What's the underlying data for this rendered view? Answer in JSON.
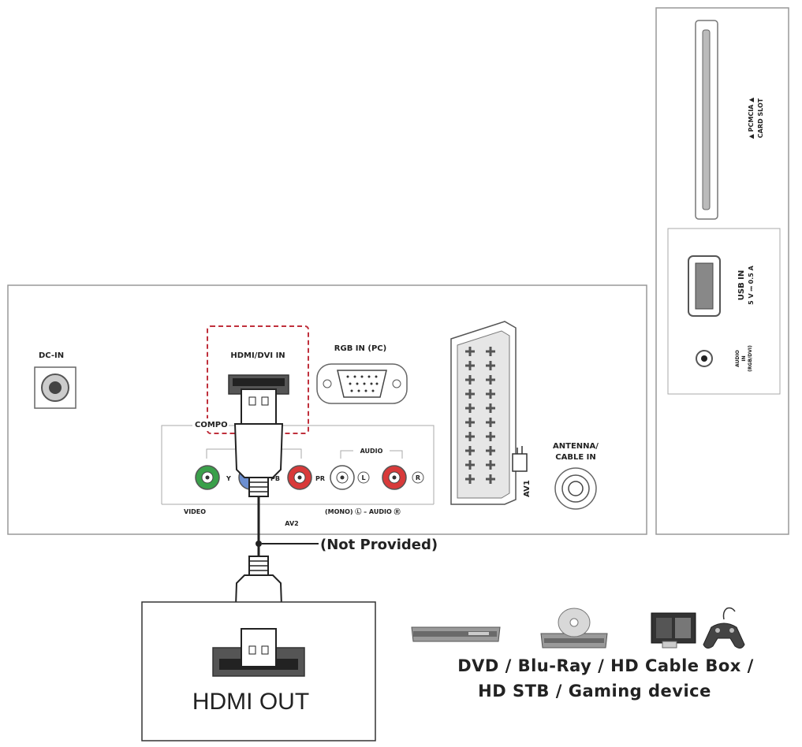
{
  "side_panel": {
    "pcmcia_label_line1": "▲ PCMCIA ▲",
    "pcmcia_label_line2": "CARD SLOT",
    "usb_label": "USB IN",
    "usb_rating": "5 V ⎓ 0.5 A",
    "audio_label_line1": "AUDIO",
    "audio_label_line2": "IN",
    "audio_label_line3": "(RGB/DVI)"
  },
  "rear_panel": {
    "dc_in": "DC-IN",
    "hdmi_in": "HDMI/DVI IN",
    "rgb_in": "RGB IN (PC)",
    "component": "COMPO",
    "audio_group": "AUDIO",
    "jack_y": "Y",
    "jack_pb": "PB",
    "jack_pr": "PR",
    "jack_l": "L",
    "jack_r": "R",
    "video": "VIDEO",
    "av2": "AV2",
    "mono_audio": "(MONO) Ⓛ – AUDIO Ⓡ",
    "av1": "AV1",
    "antenna_line1": "ANTENNA/",
    "antenna_line2": "CABLE IN"
  },
  "cable": {
    "note": "(Not Provided)"
  },
  "source_device": {
    "output_label": "HDMI OUT"
  },
  "devices": {
    "caption_line1": "DVD / Blu-Ray / HD Cable Box /",
    "caption_line2": "HD STB / Gaming device",
    "icons": [
      "dvd-player-icon",
      "blu-ray-player-icon",
      "cable-box-icon",
      "gamepad-icon"
    ]
  },
  "colors": {
    "outline": "#888888",
    "highlight_dash": "#c0303c",
    "jack_green": "#3aa04a",
    "jack_blue": "#6c8fd0",
    "jack_red": "#d83a3a",
    "cable": "#222222"
  }
}
